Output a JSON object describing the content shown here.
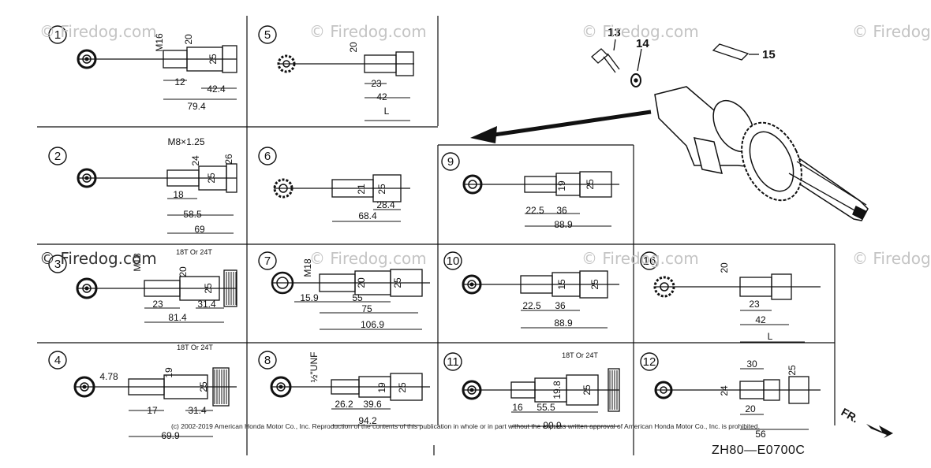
{
  "watermark": "© Firedog.com",
  "copyright": "(c) 2002-2019 American Honda Motor Co., Inc. Reproduction of the contents of this publication in whole or in part without the express written approval of American Honda Motor Co., Inc. is prohibited.",
  "diagram_code": "ZH80—E0700C",
  "front_label": "FR.",
  "parts": {
    "p13": "13",
    "p14": "14",
    "p15": "15"
  },
  "cells": [
    {
      "id": "1",
      "dims": [
        "M16",
        "20",
        "25",
        "12",
        "42.4",
        "79.4"
      ]
    },
    {
      "id": "2",
      "dims": [
        "M8×1.25",
        "24",
        "25",
        "26",
        "18",
        "58.5",
        "69"
      ]
    },
    {
      "id": "3",
      "dims": [
        "18T Or 24T",
        "M18",
        "20",
        "25",
        "23",
        "31.4",
        "81.4"
      ]
    },
    {
      "id": "4",
      "dims": [
        "18T Or 24T",
        "4.78",
        "19",
        "25",
        "17",
        "31.4",
        "69.9"
      ]
    },
    {
      "id": "5",
      "dims": [
        "20",
        "23",
        "42",
        "L"
      ]
    },
    {
      "id": "6",
      "dims": [
        "21",
        "25",
        "28.4",
        "68.4"
      ]
    },
    {
      "id": "7",
      "dims": [
        "M18",
        "20",
        "25",
        "15.9",
        "55",
        "75",
        "106.9"
      ]
    },
    {
      "id": "8",
      "dims": [
        "½\"UNF",
        "19",
        "25",
        "26.2",
        "39.6",
        "94.2"
      ]
    },
    {
      "id": "9",
      "dims": [
        "19",
        "25",
        "22.5",
        "36",
        "88.9"
      ]
    },
    {
      "id": "10",
      "dims": [
        "15",
        "25",
        "22.5",
        "36",
        "88.9"
      ]
    },
    {
      "id": "11",
      "dims": [
        "18T Or 24T",
        "19.8",
        "25",
        "16",
        "55.5",
        "90.9"
      ]
    },
    {
      "id": "12",
      "dims": [
        "30",
        "25",
        "24",
        "20",
        "56"
      ]
    },
    {
      "id": "16",
      "dims": [
        "20",
        "23",
        "42",
        "L"
      ]
    }
  ]
}
